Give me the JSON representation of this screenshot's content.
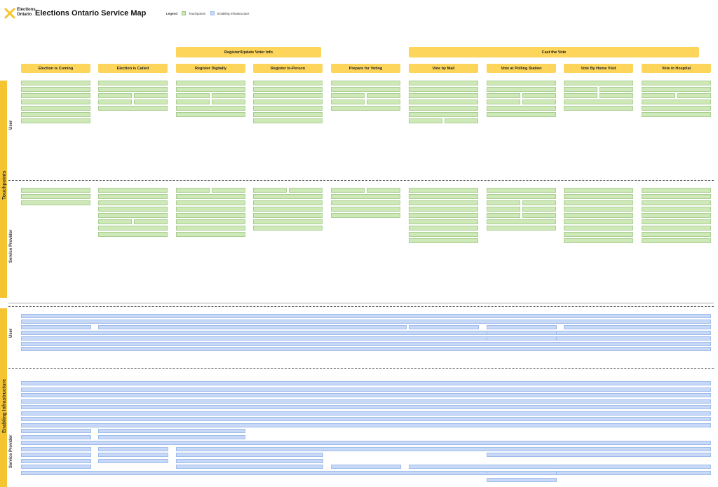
{
  "header": {
    "org_line1": "Elections",
    "org_line2": "Ontario",
    "title": "Elections Ontario Service Map",
    "legend_label": "Legend",
    "legend_items": [
      "Touchpoints",
      "Enabling Infrastructure"
    ]
  },
  "colors": {
    "accent": "#fcd55a",
    "touchpoint": "#cfe8b8",
    "infrastructure": "#c7d9f7",
    "lane": "#f5c431"
  },
  "phases": [
    "Register/Update Voter Info",
    "Cast the Vote"
  ],
  "columns": [
    "Election is Coming",
    "Election is Called",
    "Register Digitally",
    "Register In-Person",
    "Prepare for Voting",
    "Vote by Mail",
    "Vote at Polling Station",
    "Vote By Home Visit",
    "Vote in Hospital"
  ],
  "lanes": {
    "touchpoints": "Touchpoints",
    "touch_user": "User",
    "touch_provider": "Service Provider",
    "infrastructure": "Enabling Infrastructure",
    "infra_user": "User",
    "infra_provider": "Service Provider"
  }
}
